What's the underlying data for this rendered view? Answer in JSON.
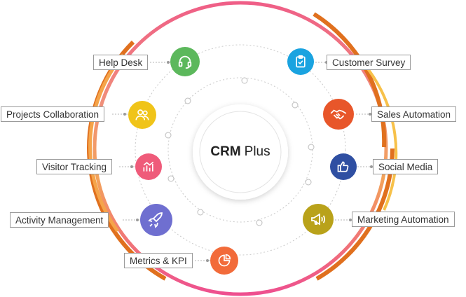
{
  "center": {
    "bold": "CRM",
    "rest": "Plus"
  },
  "modules": [
    {
      "id": "help-desk",
      "label": "Help Desk",
      "color": "#5cb85c",
      "icon": "headset-icon"
    },
    {
      "id": "projects-collaboration",
      "label": "Projects Collaboration",
      "color": "#f0c419",
      "icon": "users-icon"
    },
    {
      "id": "visitor-tracking",
      "label": "Visitor Tracking",
      "color": "#ef5b7a",
      "icon": "chart-icon"
    },
    {
      "id": "activity-management",
      "label": "Activity Management",
      "color": "#6f6fd0",
      "icon": "rocket-icon"
    },
    {
      "id": "metrics-kpi",
      "label": "Metrics & KPI",
      "color": "#f26b3a",
      "icon": "pie-icon"
    },
    {
      "id": "customer-survey",
      "label": "Customer Survey",
      "color": "#1aa3e0",
      "icon": "clipboard-icon"
    },
    {
      "id": "sales-automation",
      "label": "Sales Automation",
      "color": "#e8562a",
      "icon": "handshake-icon"
    },
    {
      "id": "social-media",
      "label": "Social Media",
      "color": "#2f4fa2",
      "icon": "thumbs-up-icon"
    },
    {
      "id": "marketing-automation",
      "label": "Marketing Automation",
      "color": "#b9a21a",
      "icon": "megaphone-icon"
    }
  ],
  "colors": {
    "ring_pink": "#ee5a8a",
    "ring_orange": "#f5a44a",
    "ring_dark_orange": "#e0701e",
    "ring_gold": "#f7c14a"
  }
}
